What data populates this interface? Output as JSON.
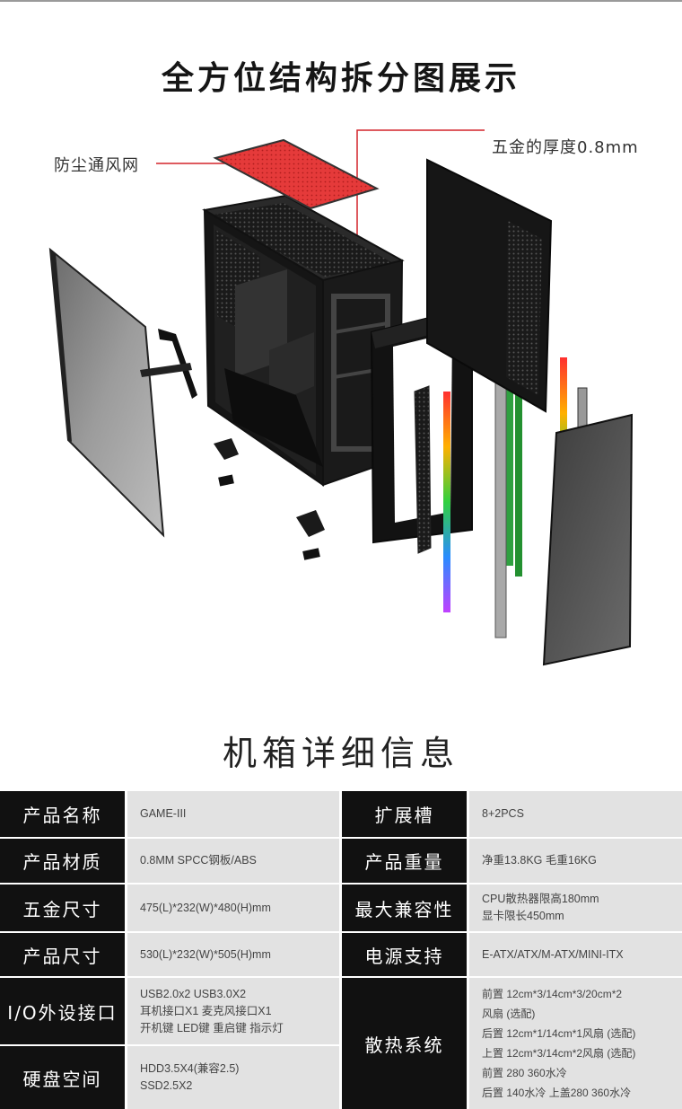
{
  "header": {
    "title": "全方位结构拆分图展示"
  },
  "callouts": {
    "dust_filter": "防尘通风网",
    "metal_thickness": "五金的厚度0.8mm"
  },
  "specs": {
    "title": "机箱详细信息",
    "rows": [
      {
        "left_label": "产品名称",
        "left_value": [
          "GAME-III"
        ],
        "right_label": "扩展槽",
        "right_value": [
          "8+2PCS"
        ]
      },
      {
        "left_label": "产品材质",
        "left_value": [
          "0.8MM SPCC钢板/ABS"
        ],
        "right_label": "产品重量",
        "right_value": [
          "净重13.8KG 毛重16KG"
        ]
      },
      {
        "left_label": "五金尺寸",
        "left_value": [
          "475(L)*232(W)*480(H)mm"
        ],
        "right_label": "最大兼容性",
        "right_value": [
          "CPU散热器限高180mm",
          "显卡限长450mm"
        ]
      },
      {
        "left_label": "产品尺寸",
        "left_value": [
          "530(L)*232(W)*505(H)mm"
        ],
        "right_label": "电源支持",
        "right_value": [
          "E-ATX/ATX/M-ATX/MINI-ITX"
        ]
      }
    ],
    "io": {
      "label": "I/O外设接口",
      "value": [
        "USB2.0x2 USB3.0X2",
        "耳机接口X1 麦克风接口X1",
        "开机键 LED键 重启键 指示灯"
      ]
    },
    "storage": {
      "label": "硬盘空间",
      "value": [
        "HDD3.5X4(兼容2.5)",
        "SSD2.5X2"
      ]
    },
    "cooling": {
      "label": "散热系统",
      "value": [
        "前置 12cm*3/14cm*3/20cm*2",
        "风扇 (选配)",
        "后置 12cm*1/14cm*1风扇 (选配)",
        "上置 12cm*3/14cm*2风扇 (选配)",
        "前置 280 360水冷",
        "后置 140水冷 上盖280 360水冷"
      ]
    }
  },
  "colors": {
    "header_cell": "#111111",
    "value_cell": "#e2e2e2",
    "accent_red": "#d4242a",
    "filter_red": "#e53a3a"
  }
}
